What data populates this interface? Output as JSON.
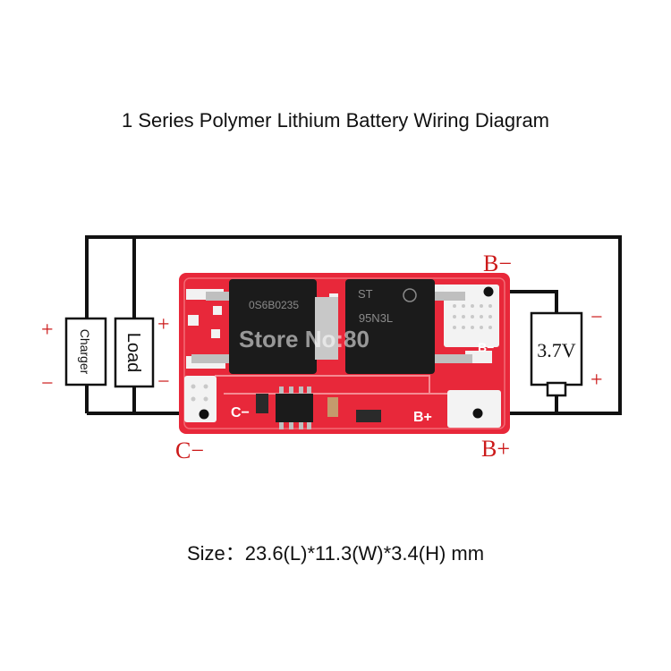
{
  "title": "1 Series Polymer Lithium Battery Wiring Diagram",
  "size_line": "Size：23.6(L)*11.3(W)*3.4(H) mm",
  "components": {
    "charger": "Charger",
    "load": "Load",
    "battery": "3.7V"
  },
  "labels": {
    "b_minus": "B−",
    "b_plus": "B+",
    "c_minus": "C−",
    "plus": "+",
    "minus": "−"
  },
  "board_marks": {
    "c_minus": "C−",
    "b_minus": "B−",
    "b_plus": "B+",
    "chip1": "0S6B0235",
    "chip2": "95N3L",
    "watermark": "Store No:80"
  },
  "colors": {
    "board": "#e8283a",
    "board_dark": "#c81e2e",
    "label_red": "#cc1a1a",
    "wire": "#111111"
  }
}
